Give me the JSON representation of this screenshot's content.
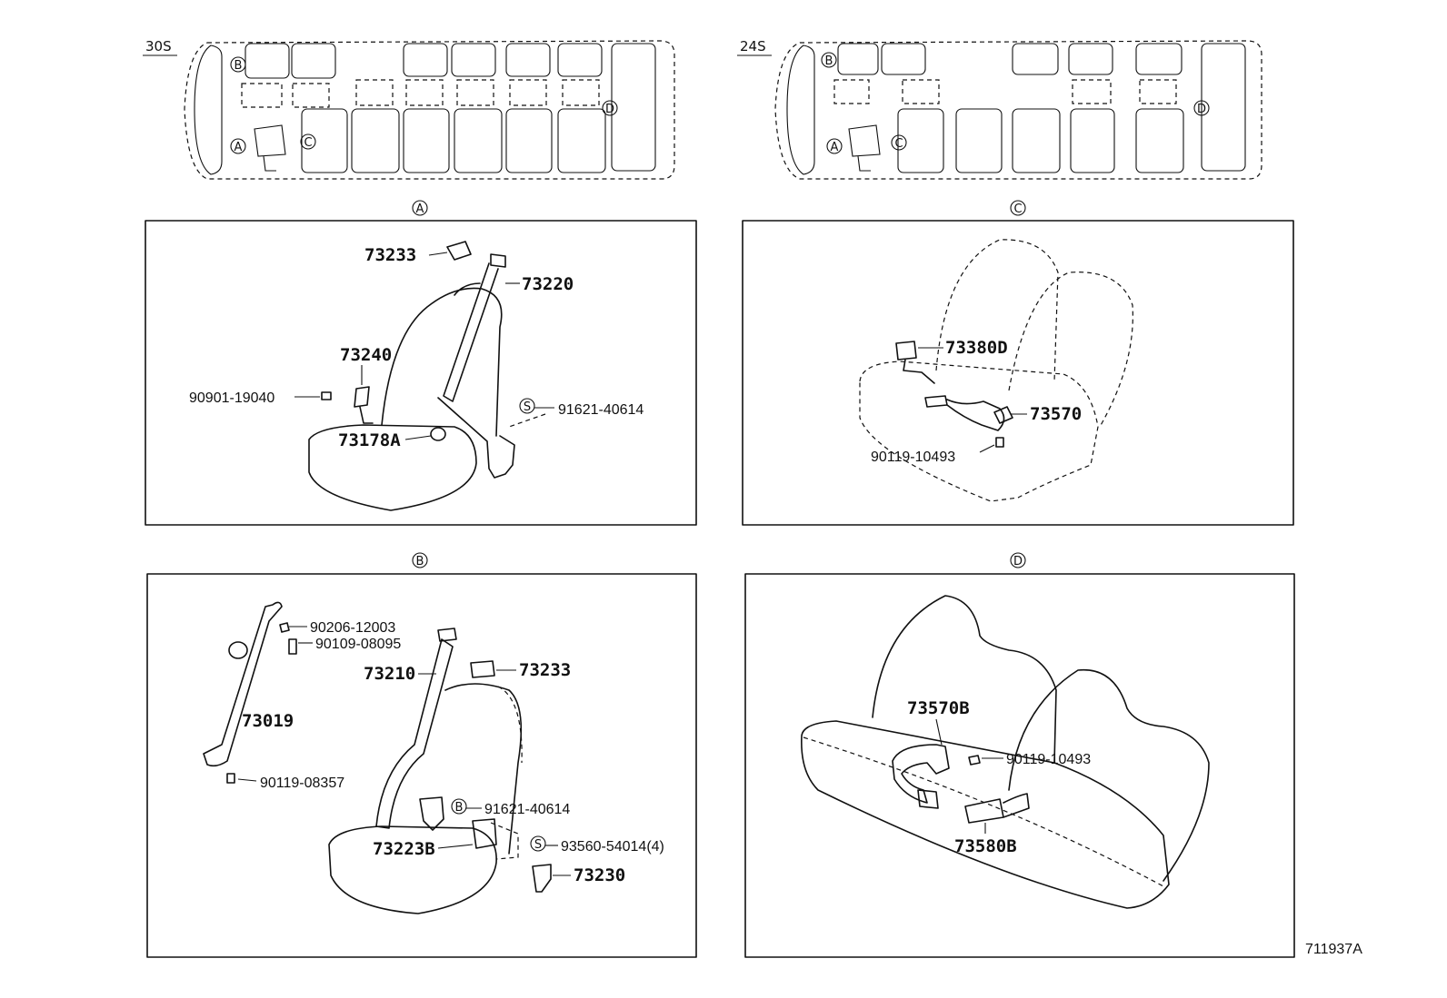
{
  "layouts": [
    {
      "label": "30S",
      "markers": [
        "B",
        "A",
        "C",
        "D"
      ]
    },
    {
      "label": "24S",
      "markers": [
        "B",
        "A",
        "C",
        "D"
      ]
    }
  ],
  "panels": [
    {
      "id": "A",
      "parts": [
        "73233",
        "73220",
        "73240",
        "90901-19040",
        "91621-40614",
        "73178A"
      ],
      "markers": [
        "S"
      ]
    },
    {
      "id": "C",
      "parts": [
        "73380D",
        "73570",
        "90119-10493"
      ]
    },
    {
      "id": "B",
      "parts": [
        "90206-12003",
        "90109-08095",
        "73210",
        "73233",
        "73019",
        "90119-08357",
        "91621-40614",
        "73223B",
        "93560-54014(4)",
        "73230"
      ],
      "markers": [
        "B",
        "S"
      ]
    },
    {
      "id": "D",
      "parts": [
        "73570B",
        "90119-10493",
        "73580B"
      ]
    }
  ],
  "diagram_code": "711937A"
}
